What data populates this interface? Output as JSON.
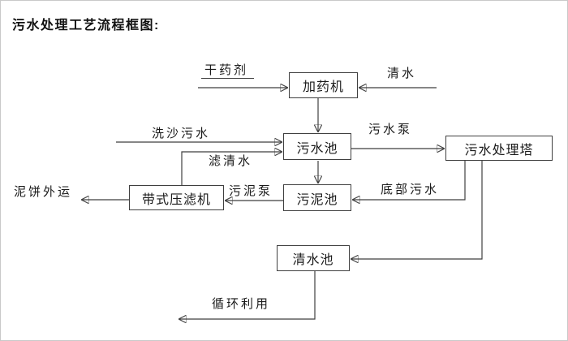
{
  "page": {
    "title": "污水处理工艺流程框图:"
  },
  "diagram": {
    "type": "flowchart",
    "boxes": {
      "dosing_machine": {
        "label": "加药机"
      },
      "sewage_pool": {
        "label": "污水池"
      },
      "treatment_tower": {
        "label": "污水处理塔"
      },
      "sludge_pool": {
        "label": "污泥池"
      },
      "belt_filter_press": {
        "label": "带式压滤机"
      },
      "clean_water_pool": {
        "label": "清水池"
      }
    },
    "flow_labels": {
      "dry_agent": "干药剂",
      "clean_water": "清水",
      "sand_washing_sewage": "洗沙污水",
      "filtered_water": "滤清水",
      "sewage_pump": "污水泵",
      "bottom_sewage": "底部污水",
      "sludge_pump": "污泥泵",
      "mud_cake_out": "泥饼外运",
      "recycling": "循环利用"
    },
    "edges": [
      {
        "from": "dry_agent_input",
        "to": "dosing_machine",
        "label": "干药剂"
      },
      {
        "from": "clean_water_input",
        "to": "dosing_machine",
        "label": "清水"
      },
      {
        "from": "dosing_machine",
        "to": "sewage_pool",
        "label": ""
      },
      {
        "from": "sand_washing_input",
        "to": "sewage_pool",
        "label": "洗沙污水"
      },
      {
        "from": "belt_filter_press",
        "to": "sewage_pool",
        "label": "滤清水"
      },
      {
        "from": "sewage_pool",
        "to": "treatment_tower",
        "label": "污水泵"
      },
      {
        "from": "sewage_pool",
        "to": "sludge_pool",
        "label": ""
      },
      {
        "from": "treatment_tower",
        "to": "sludge_pool",
        "label": "底部污水"
      },
      {
        "from": "sludge_pool",
        "to": "belt_filter_press",
        "label": "污泥泵"
      },
      {
        "from": "belt_filter_press",
        "to": "mud_cake_output",
        "label": "泥饼外运"
      },
      {
        "from": "treatment_tower",
        "to": "clean_water_pool",
        "label": ""
      },
      {
        "from": "clean_water_pool",
        "to": "recycling_output",
        "label": "循环利用"
      }
    ],
    "colors": {
      "line": "#3f3f3f",
      "text": "#1a1a1a",
      "background": "#ffffff"
    }
  }
}
